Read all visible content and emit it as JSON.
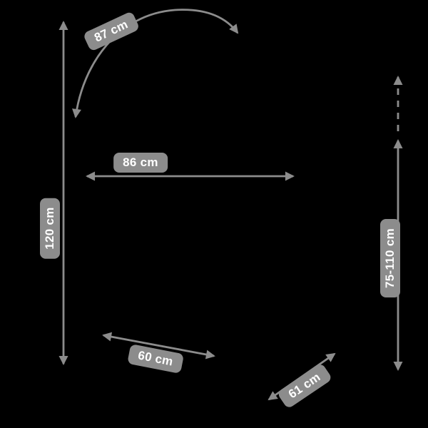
{
  "labels": {
    "arc_top": "87 cm",
    "width": "86 cm",
    "height_left": "120 cm",
    "handle_height_right": "75-110 cm",
    "depth_bottom_left": "60 cm",
    "diagonal_bottom_right": "61 cm"
  },
  "colors": {
    "background": "#000000",
    "arrow": "#8c8c8c",
    "badge_bg": "#8c8c8c",
    "badge_text": "#ffffff"
  }
}
